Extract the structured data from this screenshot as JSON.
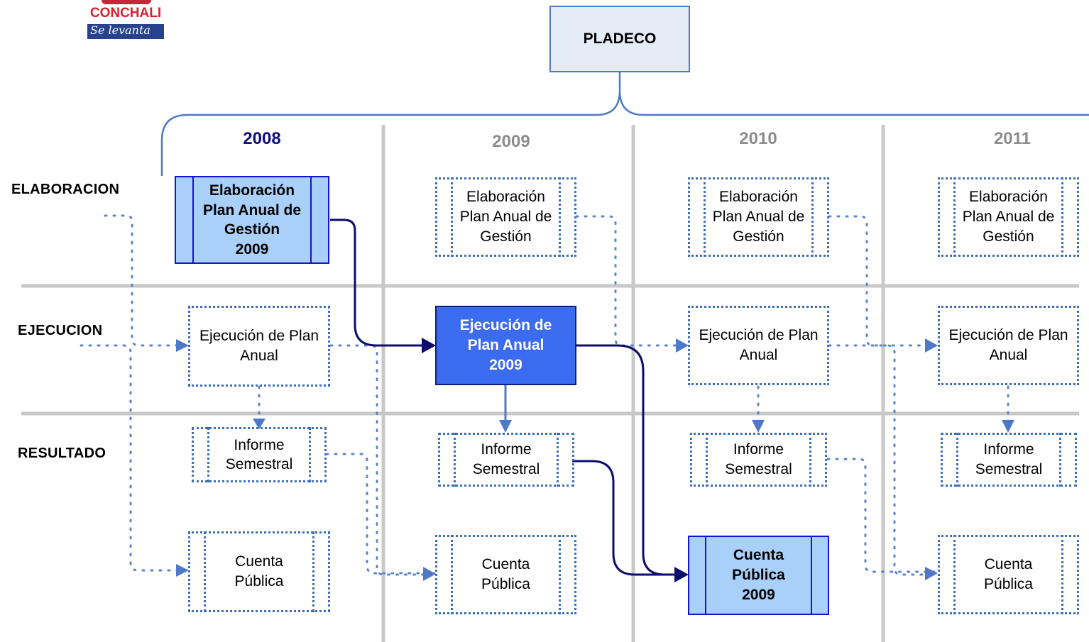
{
  "logo": {
    "name": "CONCHALI",
    "tagline": "Se levanta"
  },
  "root": {
    "label": "PLADECO"
  },
  "years": [
    "2008",
    "2009",
    "2010",
    "2011"
  ],
  "rows": [
    "ELABORACION",
    "EJECUCION",
    "RESULTADO"
  ],
  "boxes": {
    "elab_2008": "Elaboración\nPlan Anual de\nGestión\n2009",
    "elab": "Elaboración\nPlan Anual de\nGestión",
    "ejec": "Ejecución de Plan\nAnual",
    "ejec_2009": "Ejecución de\nPlan Anual\n2009",
    "informe": "Informe\nSemestral",
    "cuenta": "Cuenta\nPública",
    "cuenta_2009": "Cuenta\nPública\n2009"
  },
  "colors": {
    "year_active": "#0d0d80",
    "year_inactive": "#8c8c8c",
    "dotted_line": "#3c6db8",
    "solid_path": "#0c0c6e",
    "highlight_box": "#a9d0f8",
    "exec_box": "#3b6cf0",
    "grid": "#c8c8c8"
  }
}
